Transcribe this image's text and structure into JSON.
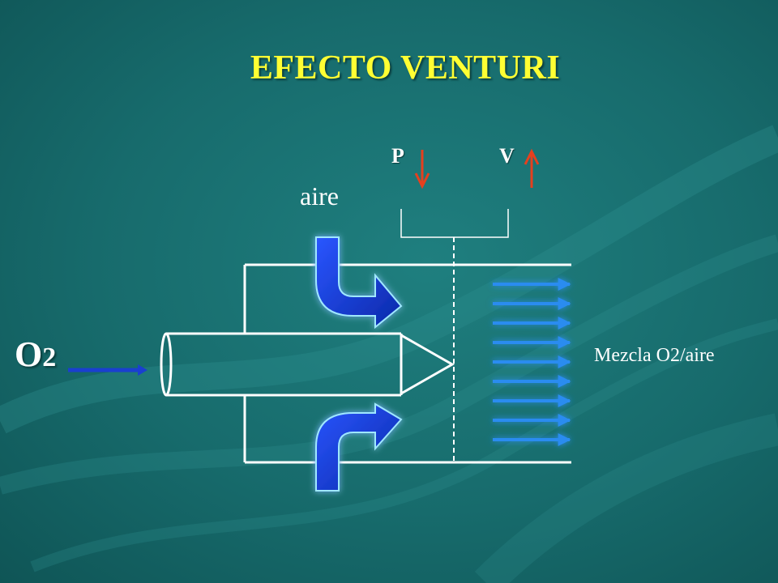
{
  "title": "EFECTO VENTURI",
  "labels": {
    "pressure": "P",
    "velocity": "V",
    "air": "aire",
    "oxygen_main": "O",
    "oxygen_sub": "2",
    "mixture": "Mezcla O2/aire"
  },
  "indicators": {
    "pressure": "down",
    "velocity": "up"
  },
  "colors": {
    "background": "#176b6c",
    "title": "#ffff33",
    "lines": "#ffffff",
    "air_arrow": "#1a3fd0",
    "indicator_arrow": "#e5401e",
    "flow_arrow": "#2a8cf0",
    "oxygen_arrow": "#1a3fd0"
  },
  "icons": {
    "air_inlet_top": "curved-arrow-down-right-icon",
    "air_inlet_bottom": "curved-arrow-up-right-icon",
    "pressure_indicator": "arrow-down-icon",
    "velocity_indicator": "arrow-up-icon",
    "oxygen_inflow": "arrow-right-icon",
    "mixture_flow": "arrow-right-icon"
  }
}
